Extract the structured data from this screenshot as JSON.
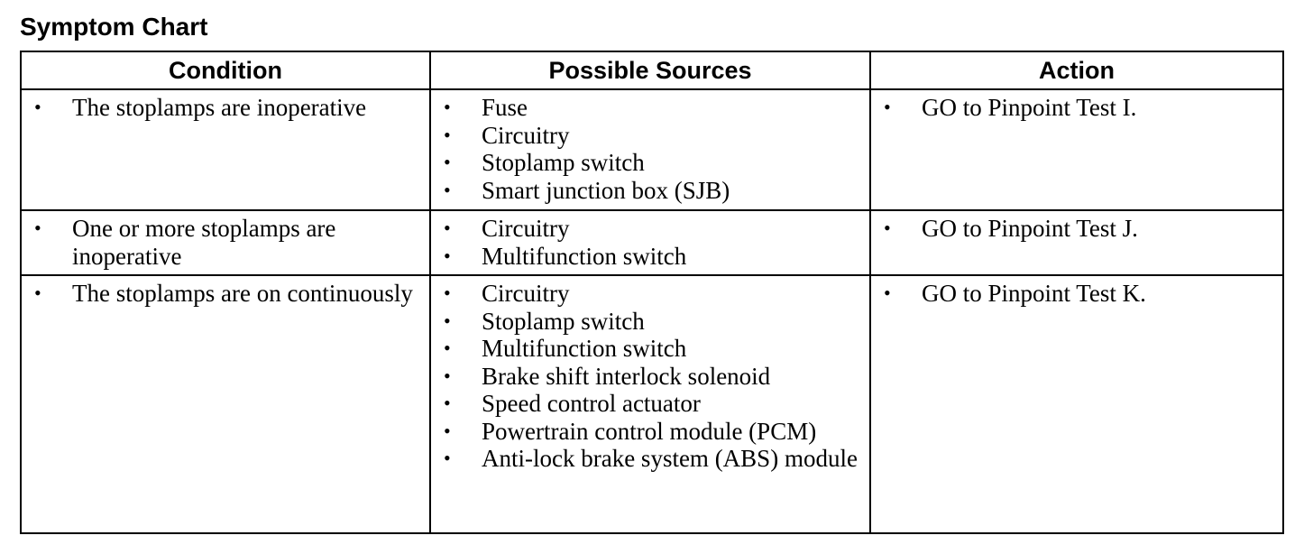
{
  "title": "Symptom Chart",
  "headers": {
    "condition": "Condition",
    "sources": "Possible Sources",
    "action": "Action"
  },
  "rows": [
    {
      "condition": "The stoplamps are inoperative",
      "sources": [
        "Fuse",
        "Circuitry",
        "Stoplamp switch",
        "Smart junction box (SJB)"
      ],
      "action": "GO to Pinpoint Test I."
    },
    {
      "condition": "One or more stoplamps are inoperative",
      "sources": [
        "Circuitry",
        "Multifunction switch"
      ],
      "action": "GO to Pinpoint Test J."
    },
    {
      "condition": "The stoplamps are on continuously",
      "sources": [
        "Circuitry",
        "Stoplamp switch",
        "Multifunction switch",
        "Brake shift interlock solenoid",
        "Speed control actuator",
        "Powertrain control module (PCM)",
        "Anti-lock brake system (ABS) module"
      ],
      "action": "GO to Pinpoint Test K."
    }
  ]
}
